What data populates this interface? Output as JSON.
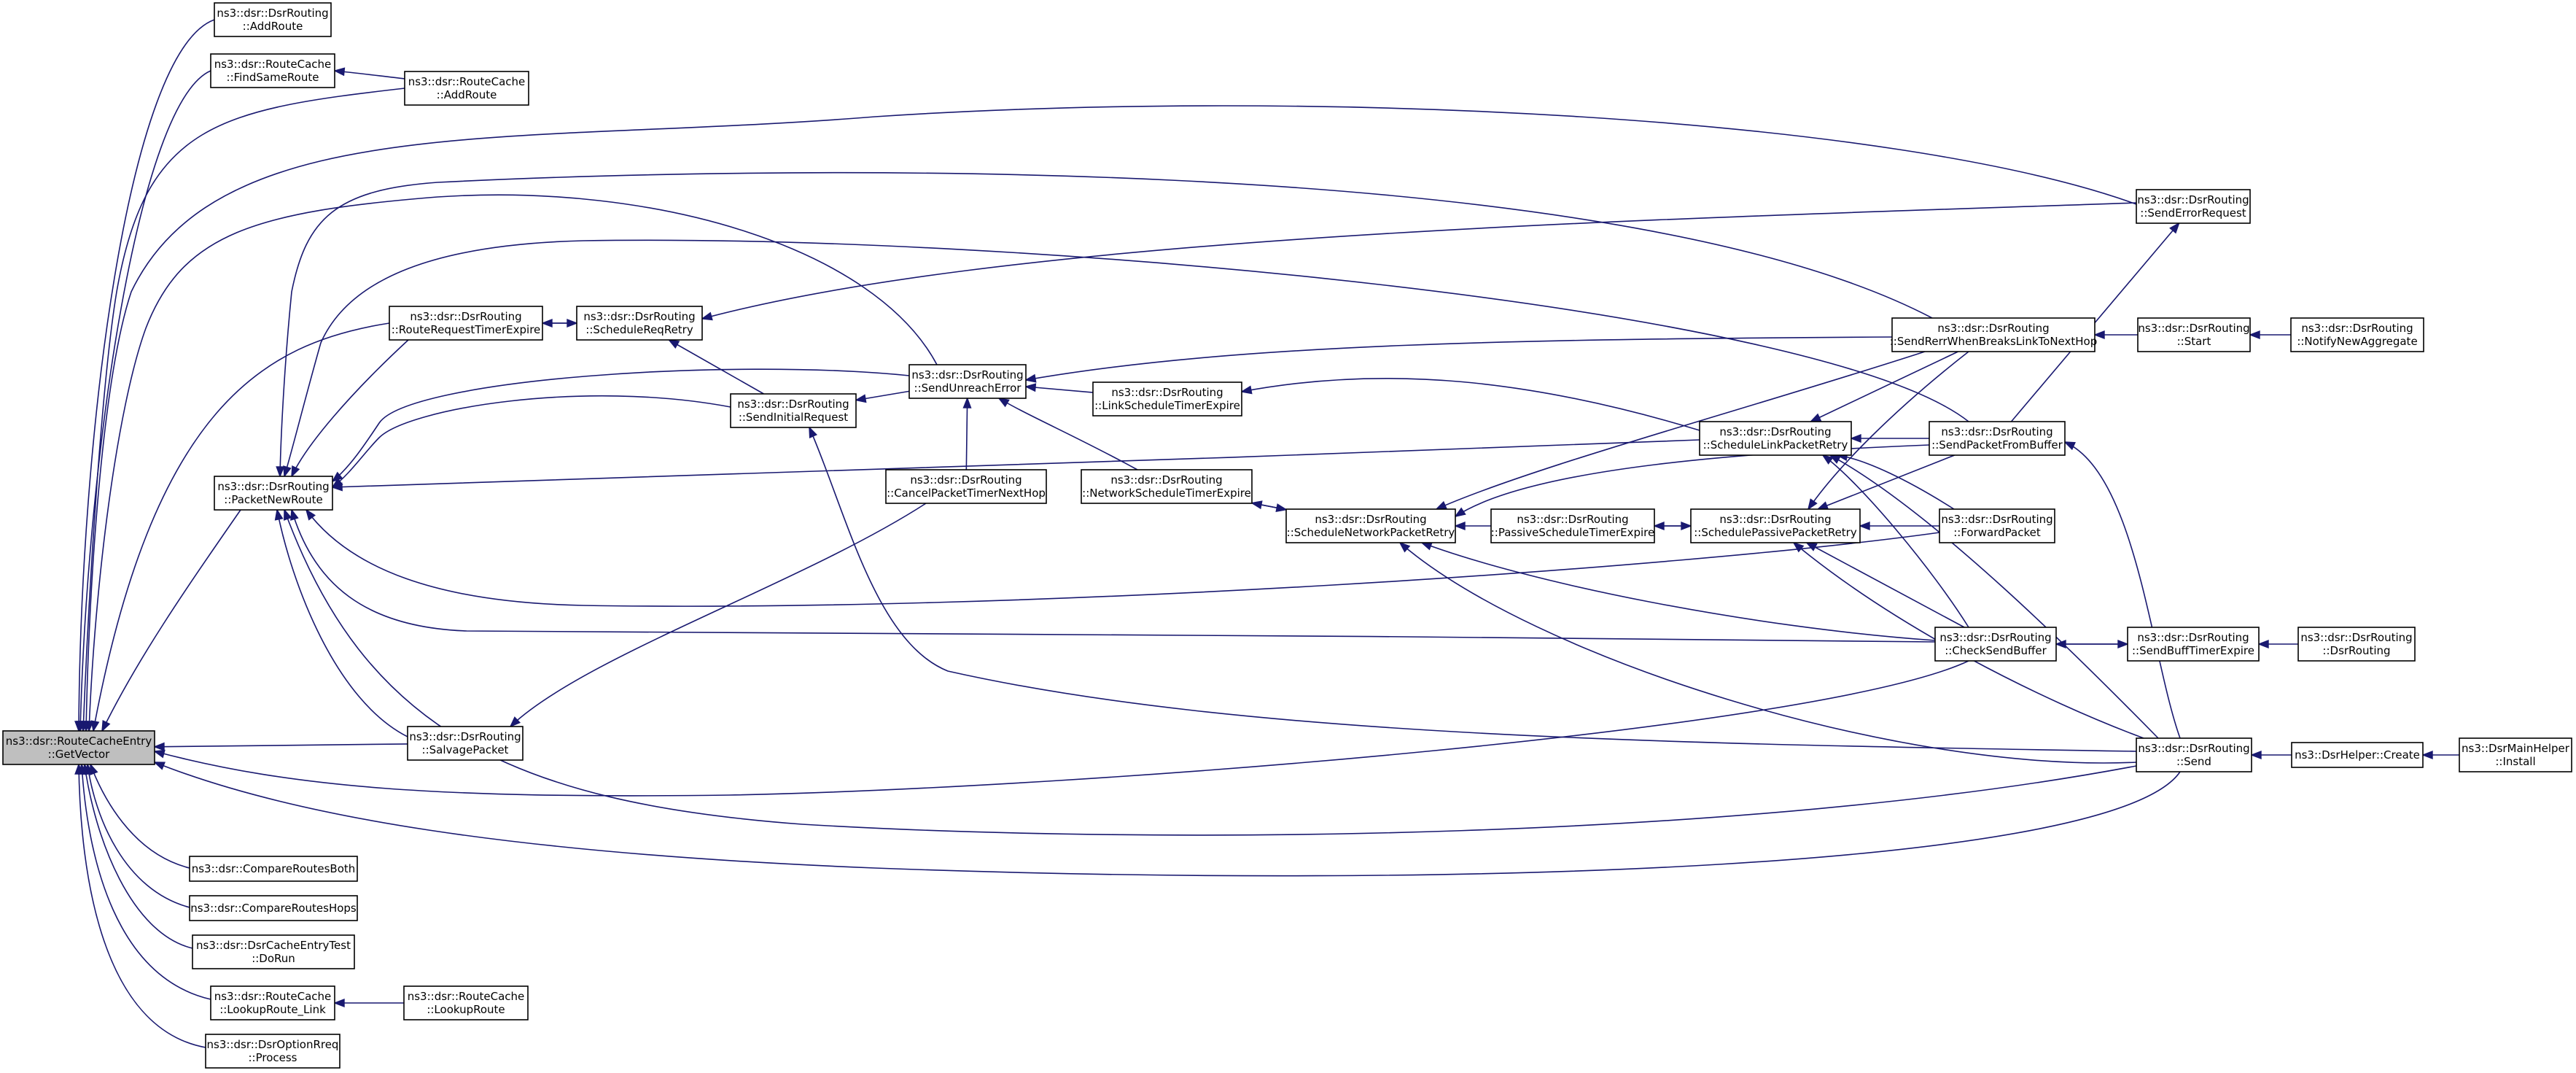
{
  "graph": {
    "focus_node": "n_getvector",
    "edge_color": "#191970",
    "focus_fill": "#bfbfbf",
    "nodes": [
      {
        "id": "n_getvector",
        "lines": [
          "ns3::dsr::RouteCacheEntry",
          "::GetVector"
        ]
      },
      {
        "id": "n_dsr_addroute",
        "lines": [
          "ns3::dsr::DsrRouting",
          "::AddRoute"
        ]
      },
      {
        "id": "n_rc_findsameroute",
        "lines": [
          "ns3::dsr::RouteCache",
          "::FindSameRoute"
        ]
      },
      {
        "id": "n_rc_addroute",
        "lines": [
          "ns3::dsr::RouteCache",
          "::AddRoute"
        ]
      },
      {
        "id": "n_packetnewroute",
        "lines": [
          "ns3::dsr::DsrRouting",
          "::PacketNewRoute"
        ]
      },
      {
        "id": "n_routerequesttimerexpire",
        "lines": [
          "ns3::dsr::DsrRouting",
          "::RouteRequestTimerExpire"
        ]
      },
      {
        "id": "n_schedulereqretry",
        "lines": [
          "ns3::dsr::DsrRouting",
          "::ScheduleReqRetry"
        ]
      },
      {
        "id": "n_sendinitialrequest",
        "lines": [
          "ns3::dsr::DsrRouting",
          "::SendInitialRequest"
        ]
      },
      {
        "id": "n_sendunreacherror",
        "lines": [
          "ns3::dsr::DsrRouting",
          "::SendUnreachError"
        ]
      },
      {
        "id": "n_cancelpackettimernexthop",
        "lines": [
          "ns3::dsr::DsrRouting",
          "::CancelPacketTimerNextHop"
        ]
      },
      {
        "id": "n_linkscheduletimerexpire",
        "lines": [
          "ns3::dsr::DsrRouting",
          "::LinkScheduleTimerExpire"
        ]
      },
      {
        "id": "n_networkscheduletimerexpire",
        "lines": [
          "ns3::dsr::DsrRouting",
          "::NetworkScheduleTimerExpire"
        ]
      },
      {
        "id": "n_schedulenetworkpacketretry",
        "lines": [
          "ns3::dsr::DsrRouting",
          "::ScheduleNetworkPacketRetry"
        ]
      },
      {
        "id": "n_passivescheduletimerexpire",
        "lines": [
          "ns3::dsr::DsrRouting",
          "::PassiveScheduleTimerExpire"
        ]
      },
      {
        "id": "n_schedulelinkpacketretry",
        "lines": [
          "ns3::dsr::DsrRouting",
          "::ScheduleLinkPacketRetry"
        ]
      },
      {
        "id": "n_schedulepassivepacketretry",
        "lines": [
          "ns3::dsr::DsrRouting",
          "::SchedulePassivePacketRetry"
        ]
      },
      {
        "id": "n_sendrerrwhenbreaks",
        "lines": [
          "ns3::dsr::DsrRouting",
          "::SendRerrWhenBreaksLinkToNextHop"
        ]
      },
      {
        "id": "n_senderrorrequest",
        "lines": [
          "ns3::dsr::DsrRouting",
          "::SendErrorRequest"
        ]
      },
      {
        "id": "n_start",
        "lines": [
          "ns3::dsr::DsrRouting",
          "::Start"
        ]
      },
      {
        "id": "n_notifynewaggregate",
        "lines": [
          "ns3::dsr::DsrRouting",
          "::NotifyNewAggregate"
        ]
      },
      {
        "id": "n_sendpacketfrombuffer",
        "lines": [
          "ns3::dsr::DsrRouting",
          "::SendPacketFromBuffer"
        ]
      },
      {
        "id": "n_forwardpacket",
        "lines": [
          "ns3::dsr::DsrRouting",
          "::ForwardPacket"
        ]
      },
      {
        "id": "n_checksendbuffer",
        "lines": [
          "ns3::dsr::DsrRouting",
          "::CheckSendBuffer"
        ]
      },
      {
        "id": "n_sendbufftimerexpire",
        "lines": [
          "ns3::dsr::DsrRouting",
          "::SendBuffTimerExpire"
        ]
      },
      {
        "id": "n_dsrrouting_ctor",
        "lines": [
          "ns3::dsr::DsrRouting",
          "::DsrRouting"
        ]
      },
      {
        "id": "n_send",
        "lines": [
          "ns3::dsr::DsrRouting",
          "::Send"
        ]
      },
      {
        "id": "n_dsrhelper_create",
        "lines": [
          "ns3::DsrHelper::Create"
        ]
      },
      {
        "id": "n_dsrmainhelper_install",
        "lines": [
          "ns3::DsrMainHelper",
          "::Install"
        ]
      },
      {
        "id": "n_salvagepacket",
        "lines": [
          "ns3::dsr::DsrRouting",
          "::SalvagePacket"
        ]
      },
      {
        "id": "n_compareroutesboth",
        "lines": [
          "ns3::dsr::CompareRoutesBoth"
        ]
      },
      {
        "id": "n_comparerouteshops",
        "lines": [
          "ns3::dsr::CompareRoutesHops"
        ]
      },
      {
        "id": "n_dsrcacheentrytest",
        "lines": [
          "ns3::dsr::DsrCacheEntryTest",
          "::DoRun"
        ]
      },
      {
        "id": "n_rc_lookuproute_link",
        "lines": [
          "ns3::dsr::RouteCache",
          "::LookupRoute_Link"
        ]
      },
      {
        "id": "n_rc_lookuproute",
        "lines": [
          "ns3::dsr::RouteCache",
          "::LookupRoute"
        ]
      },
      {
        "id": "n_dsroptionreq_process",
        "lines": [
          "ns3::dsr::DsrOptionRreq",
          "::Process"
        ]
      }
    ],
    "edges": [
      {
        "from": "n_dsr_addroute",
        "to": "n_getvector"
      },
      {
        "from": "n_rc_findsameroute",
        "to": "n_getvector"
      },
      {
        "from": "n_rc_addroute",
        "to": "n_rc_findsameroute"
      },
      {
        "from": "n_rc_addroute",
        "to": "n_getvector"
      },
      {
        "from": "n_packetnewroute",
        "to": "n_getvector"
      },
      {
        "from": "n_routerequesttimerexpire",
        "to": "n_getvector"
      },
      {
        "from": "n_senderrorrequest",
        "to": "n_getvector"
      },
      {
        "from": "n_sendunreacherror",
        "to": "n_getvector"
      },
      {
        "from": "n_routerequesttimerexpire",
        "to": "n_packetnewroute"
      },
      {
        "from": "n_routerequesttimerexpire",
        "to": "n_schedulereqretry"
      },
      {
        "from": "n_schedulereqretry",
        "to": "n_routerequesttimerexpire"
      },
      {
        "from": "n_sendinitialrequest",
        "to": "n_schedulereqretry"
      },
      {
        "from": "n_senderrorrequest",
        "to": "n_schedulereqretry"
      },
      {
        "from": "n_sendunreacherror",
        "to": "n_sendinitialrequest"
      },
      {
        "from": "n_sendinitialrequest",
        "to": "n_packetnewroute"
      },
      {
        "from": "n_sendunreacherror",
        "to": "n_packetnewroute"
      },
      {
        "from": "n_salvagepacket",
        "to": "n_packetnewroute"
      },
      {
        "from": "n_salvagepacket",
        "to": "n_getvector"
      },
      {
        "from": "n_cancelpackettimernexthop",
        "to": "n_sendunreacherror"
      },
      {
        "from": "n_linkscheduletimerexpire",
        "to": "n_sendunreacherror"
      },
      {
        "from": "n_networkscheduletimerexpire",
        "to": "n_sendunreacherror"
      },
      {
        "from": "n_sendrerrwhenbreaks",
        "to": "n_sendunreacherror"
      },
      {
        "from": "n_cancelpackettimernexthop",
        "to": "n_salvagepacket"
      },
      {
        "from": "n_schedulenetworkpacketretry",
        "to": "n_networkscheduletimerexpire"
      },
      {
        "from": "n_networkscheduletimerexpire",
        "to": "n_schedulenetworkpacketretry"
      },
      {
        "from": "n_schedulelinkpacketretry",
        "to": "n_linkscheduletimerexpire"
      },
      {
        "from": "n_schedulelinkpacketretry",
        "to": "n_packetnewroute"
      },
      {
        "from": "n_passivescheduletimerexpire",
        "to": "n_schedulenetworkpacketretry"
      },
      {
        "from": "n_schedulepassivepacketretry",
        "to": "n_passivescheduletimerexpire"
      },
      {
        "from": "n_passivescheduletimerexpire",
        "to": "n_schedulepassivepacketretry"
      },
      {
        "from": "n_sendrerrwhenbreaks",
        "to": "n_schedulenetworkpacketretry"
      },
      {
        "from": "n_sendrerrwhenbreaks",
        "to": "n_schedulelinkpacketretry"
      },
      {
        "from": "n_sendrerrwhenbreaks",
        "to": "n_schedulepassivepacketretry"
      },
      {
        "from": "n_sendrerrwhenbreaks",
        "to": "n_packetnewroute"
      },
      {
        "from": "n_start",
        "to": "n_sendrerrwhenbreaks"
      },
      {
        "from": "n_notifynewaggregate",
        "to": "n_start"
      },
      {
        "from": "n_sendpacketfrombuffer",
        "to": "n_schedulelinkpacketretry"
      },
      {
        "from": "n_sendpacketfrombuffer",
        "to": "n_schedulenetworkpacketretry"
      },
      {
        "from": "n_sendpacketfrombuffer",
        "to": "n_schedulepassivepacketretry"
      },
      {
        "from": "n_sendpacketfrombuffer",
        "to": "n_packetnewroute"
      },
      {
        "from": "n_sendpacketfrombuffer",
        "to": "n_senderrorrequest"
      },
      {
        "from": "n_forwardpacket",
        "to": "n_schedulepassivepacketretry"
      },
      {
        "from": "n_forwardpacket",
        "to": "n_schedulelinkpacketretry"
      },
      {
        "from": "n_forwardpacket",
        "to": "n_packetnewroute"
      },
      {
        "from": "n_checksendbuffer",
        "to": "n_schedulelinkpacketretry"
      },
      {
        "from": "n_checksendbuffer",
        "to": "n_schedulenetworkpacketretry"
      },
      {
        "from": "n_checksendbuffer",
        "to": "n_schedulepassivepacketretry"
      },
      {
        "from": "n_checksendbuffer",
        "to": "n_packetnewroute"
      },
      {
        "from": "n_checksendbuffer",
        "to": "n_getvector"
      },
      {
        "from": "n_sendbufftimerexpire",
        "to": "n_checksendbuffer"
      },
      {
        "from": "n_checksendbuffer",
        "to": "n_sendbufftimerexpire"
      },
      {
        "from": "n_dsrrouting_ctor",
        "to": "n_sendbufftimerexpire"
      },
      {
        "from": "n_send",
        "to": "n_sendpacketfrombuffer"
      },
      {
        "from": "n_send",
        "to": "n_schedulelinkpacketretry"
      },
      {
        "from": "n_send",
        "to": "n_schedulenetworkpacketretry"
      },
      {
        "from": "n_send",
        "to": "n_schedulepassivepacketretry"
      },
      {
        "from": "n_send",
        "to": "n_sendinitialrequest"
      },
      {
        "from": "n_send",
        "to": "n_packetnewroute"
      },
      {
        "from": "n_send",
        "to": "n_getvector"
      },
      {
        "from": "n_dsrhelper_create",
        "to": "n_send"
      },
      {
        "from": "n_dsrmainhelper_install",
        "to": "n_dsrhelper_create"
      },
      {
        "from": "n_compareroutesboth",
        "to": "n_getvector"
      },
      {
        "from": "n_comparerouteshops",
        "to": "n_getvector"
      },
      {
        "from": "n_dsrcacheentrytest",
        "to": "n_getvector"
      },
      {
        "from": "n_rc_lookuproute_link",
        "to": "n_getvector"
      },
      {
        "from": "n_rc_lookuproute",
        "to": "n_rc_lookuproute_link"
      },
      {
        "from": "n_dsroptionreq_process",
        "to": "n_getvector"
      }
    ]
  }
}
